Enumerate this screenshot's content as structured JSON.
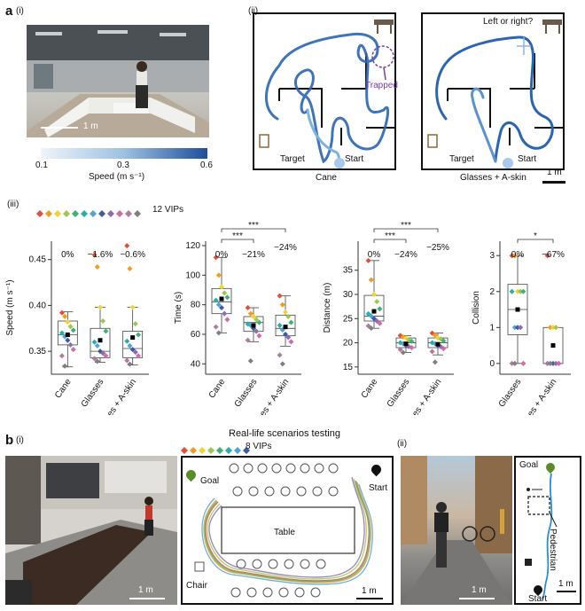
{
  "panel_a": {
    "letter": "a",
    "sub_i": "(i)",
    "sub_ii": "(ii)",
    "sub_iii": "(iii)",
    "photo_scale": "1 m",
    "colorbar": {
      "ticks": [
        "0.1",
        "0.3",
        "0.6"
      ],
      "label": "Speed (m s⁻¹)",
      "colors": [
        "#eef4fb",
        "#9dc1e2",
        "#1f4e9c"
      ]
    },
    "maze_left": {
      "target": "Target",
      "start": "Start",
      "trapped": "Trapped",
      "caption": "Cane"
    },
    "maze_right": {
      "target": "Target",
      "start": "Start",
      "question": "Left or right?",
      "caption": "Glasses + A-skin",
      "scale": "1 m"
    },
    "legend": "12  VIPs"
  },
  "panel_b": {
    "letter": "b",
    "sub_i": "(i)",
    "sub_ii": "(ii)",
    "title": "Real-life scenarios testing",
    "legend": "8  VIPs",
    "photo_scale": "1 m",
    "room": {
      "goal": "Goal",
      "start": "Start",
      "table": "Table",
      "chair": "Chair",
      "scale": "1 m"
    },
    "street": {
      "goal": "Goal",
      "start": "Start",
      "pedestrian": "Pedestrian",
      "photo_scale": "1 m",
      "map_scale": "1 m"
    }
  },
  "chart_data": [
    {
      "type": "box",
      "ylabel": "Speed (m s⁻¹)",
      "categories": [
        "Cane",
        "Glasses",
        "Glasses + A-skin"
      ],
      "ylim": [
        0.325,
        0.47
      ],
      "yticks": [
        0.35,
        0.4,
        0.45
      ],
      "annotations": [
        "0%",
        "−1.6%",
        "−0.6%"
      ],
      "boxes": [
        {
          "min": 0.333,
          "q1": 0.357,
          "median": 0.368,
          "q3": 0.383,
          "max": 0.393,
          "mean": 0.368
        },
        {
          "min": 0.338,
          "q1": 0.343,
          "median": 0.35,
          "q3": 0.375,
          "max": 0.398,
          "mean": 0.362
        },
        {
          "min": 0.335,
          "q1": 0.343,
          "median": 0.353,
          "q3": 0.372,
          "max": 0.398,
          "mean": 0.365
        }
      ],
      "points": [
        [
          0.392,
          0.388,
          0.382,
          0.377,
          0.373,
          0.37,
          0.366,
          0.362,
          0.357,
          0.352,
          0.345,
          0.334
        ],
        [
          0.455,
          0.442,
          0.398,
          0.383,
          0.372,
          0.36,
          0.356,
          0.35,
          0.348,
          0.345,
          0.342,
          0.339
        ],
        [
          0.465,
          0.44,
          0.398,
          0.38,
          0.368,
          0.361,
          0.356,
          0.352,
          0.349,
          0.345,
          0.34,
          0.336
        ]
      ]
    },
    {
      "type": "box",
      "ylabel": "Time (s)",
      "categories": [
        "Cane",
        "Glasses",
        "Glasses + A-skin"
      ],
      "ylim": [
        33,
        123
      ],
      "yticks": [
        40,
        60,
        80,
        100,
        120
      ],
      "annotations": [
        "0%",
        "−21%",
        "−24%"
      ],
      "significance": [
        {
          "from": 0,
          "to": 1,
          "label": "***"
        },
        {
          "from": 0,
          "to": 2,
          "label": "***"
        }
      ],
      "boxes": [
        {
          "min": 61,
          "q1": 74,
          "median": 82,
          "q3": 91,
          "max": 112,
          "mean": 84
        },
        {
          "min": 55,
          "q1": 62,
          "median": 68,
          "q3": 72,
          "max": 78,
          "mean": 66
        },
        {
          "min": 52,
          "q1": 59,
          "median": 64,
          "q3": 73,
          "max": 86,
          "mean": 65
        }
      ],
      "points": [
        [
          112,
          100,
          92,
          88,
          85,
          83,
          80,
          78,
          74,
          70,
          65,
          61
        ],
        [
          78,
          74,
          72,
          70,
          68,
          67,
          66,
          64,
          62,
          59,
          56,
          42
        ],
        [
          86,
          80,
          75,
          72,
          68,
          66,
          63,
          60,
          58,
          55,
          46,
          40
        ]
      ]
    },
    {
      "type": "box",
      "ylabel": "Distance (m)",
      "categories": [
        "Cane",
        "Glasses",
        "Glasses + A-skin"
      ],
      "ylim": [
        13.5,
        41
      ],
      "yticks": [
        15,
        20,
        25,
        30,
        35
      ],
      "annotations": [
        "0%",
        "−24%",
        "−25%"
      ],
      "significance": [
        {
          "from": 0,
          "to": 1,
          "label": "***"
        },
        {
          "from": 0,
          "to": 2,
          "label": "***"
        }
      ],
      "boxes": [
        {
          "min": 23,
          "q1": 24.5,
          "median": 25.5,
          "q3": 29.8,
          "max": 37,
          "mean": 26.5
        },
        {
          "min": 18,
          "q1": 19,
          "median": 20,
          "q3": 21,
          "max": 21.5,
          "mean": 19.8
        },
        {
          "min": 17.5,
          "q1": 19,
          "median": 20,
          "q3": 21,
          "max": 22,
          "mean": 19.7
        }
      ],
      "points": [
        [
          37,
          33,
          30,
          28.5,
          27,
          26,
          25.5,
          25,
          24.5,
          24,
          23.5,
          23
        ],
        [
          21.5,
          21.2,
          21,
          20.6,
          20.3,
          20,
          19.8,
          19.5,
          19.2,
          19,
          18.6,
          18
        ],
        [
          22,
          21.6,
          21,
          20.8,
          20.4,
          20,
          19.8,
          19.5,
          19.2,
          18.8,
          18.2,
          16
        ]
      ]
    },
    {
      "type": "box",
      "ylabel": "Collision",
      "categories": [
        "Glasses",
        "Glasses + A-skin"
      ],
      "ylim": [
        -0.3,
        3.4
      ],
      "yticks": [
        0,
        1,
        2,
        3
      ],
      "annotations": [
        "0%",
        "−67%"
      ],
      "significance": [
        {
          "from": 0,
          "to": 1,
          "label": "*"
        }
      ],
      "boxes": [
        {
          "min": 0,
          "q1": 0.8,
          "median": 1.5,
          "q3": 2.2,
          "max": 3,
          "mean": 1.5
        },
        {
          "min": 0,
          "q1": 0,
          "median": 0,
          "q3": 1,
          "max": 1,
          "mean": 0.5
        }
      ],
      "points": [
        [
          3,
          3,
          2,
          2,
          2,
          2,
          1,
          1,
          1,
          0,
          0,
          0
        ],
        [
          3,
          1,
          1,
          1,
          0,
          0,
          0,
          0,
          0,
          0,
          0,
          0
        ]
      ]
    }
  ],
  "vip_colors": [
    "#e64b35",
    "#f39b1f",
    "#f6d22e",
    "#9ec750",
    "#3cb371",
    "#20b2aa",
    "#4fa3d8",
    "#3b5ba5",
    "#8c6bb1",
    "#d16ba5",
    "#b07aa1",
    "#7f7f7f"
  ]
}
